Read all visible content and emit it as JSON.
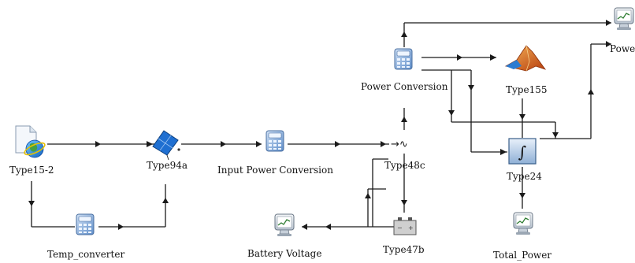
{
  "components": {
    "type15_2": {
      "label": "Type15-2",
      "icon": "weather-data-globe-icon"
    },
    "temp_converter": {
      "label": "Temp_converter",
      "icon": "calculator-icon"
    },
    "type94a": {
      "label": "Type94a",
      "icon": "pv-panel-icon"
    },
    "input_power_conversion": {
      "label": "Input Power Conversion",
      "icon": "calculator-icon"
    },
    "type48c": {
      "label": "Type48c",
      "icon": "inverter-icon",
      "symbol": "→∿"
    },
    "power_conversion": {
      "label": "Power Conversion",
      "icon": "calculator-icon"
    },
    "type155": {
      "label": "Type155",
      "icon": "matlab-icon"
    },
    "type24": {
      "label": "Type24",
      "icon": "integrator-icon",
      "symbol": "∫"
    },
    "type47b": {
      "label": "Type47b",
      "icon": "battery-icon"
    },
    "battery_voltage": {
      "label": "Battery Voltage",
      "icon": "plotter-monitor-icon"
    },
    "total_power": {
      "label": "Total_Power",
      "icon": "plotter-monitor-icon"
    },
    "power": {
      "label": "Powe",
      "icon": "plotter-monitor-icon"
    }
  },
  "colors": {
    "wire": "#1a1a1a",
    "calculator": "#7fa7d6",
    "pv_panel": "#1f6fd1",
    "integrator": "#8fb0d6",
    "battery": "#c9c9c9",
    "monitor": "#dfe6ee",
    "matlab": "#d96a1a"
  }
}
